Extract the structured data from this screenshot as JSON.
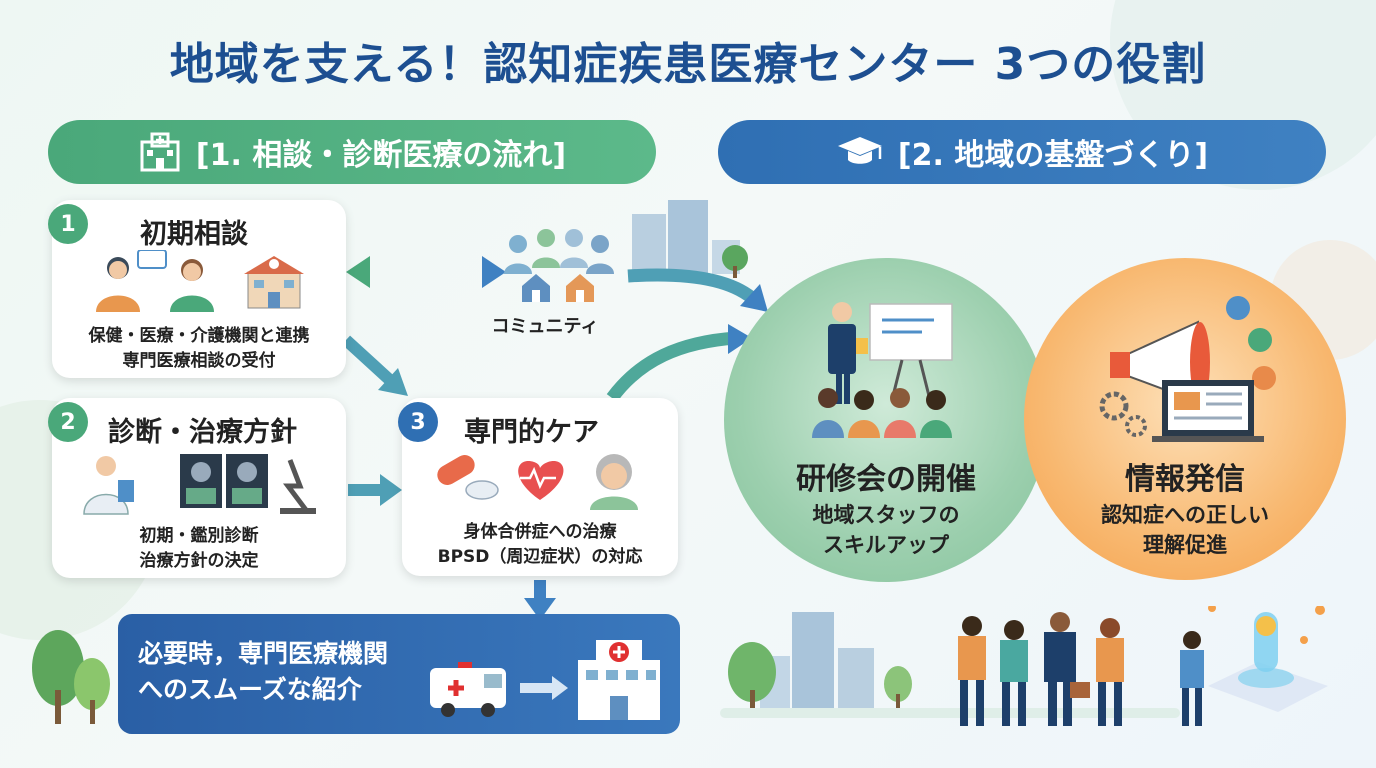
{
  "title": "地域を支える！認知症疾患医療センター 3つの役割",
  "section1": {
    "label": "[1. 相談・診断医療の流れ]",
    "icon": "hospital-icon"
  },
  "section2": {
    "label": "[2. 地域の基盤づくり]",
    "icon": "graduation-cap-icon"
  },
  "card1": {
    "number": "1",
    "title": "初期相談",
    "line1": "保健・医療・介護機関と連携",
    "line2": "専門医療相談の受付"
  },
  "card2": {
    "number": "2",
    "title": "診断・治療方針",
    "line1": "初期・鑑別診断",
    "line2": "治療方針の決定"
  },
  "card3": {
    "number": "3",
    "title": "専門的ケア",
    "line1": "身体合併症への治療",
    "line2": "BPSD（周辺症状）の対応"
  },
  "community": {
    "label": "コミュニティ"
  },
  "referral": {
    "line1": "必要時，専門医療機関",
    "line2": "へのスムーズな紹介"
  },
  "training": {
    "title": "研修会の開催",
    "line1": "地域スタッフの",
    "line2": "スキルアップ"
  },
  "info": {
    "title": "情報発信",
    "line1": "認知症への正しい",
    "line2": "理解促進"
  },
  "colors": {
    "green": "#4aa87a",
    "blue": "#2f6fb3",
    "navy": "#1d4f91",
    "orange": "#f4a04a"
  }
}
